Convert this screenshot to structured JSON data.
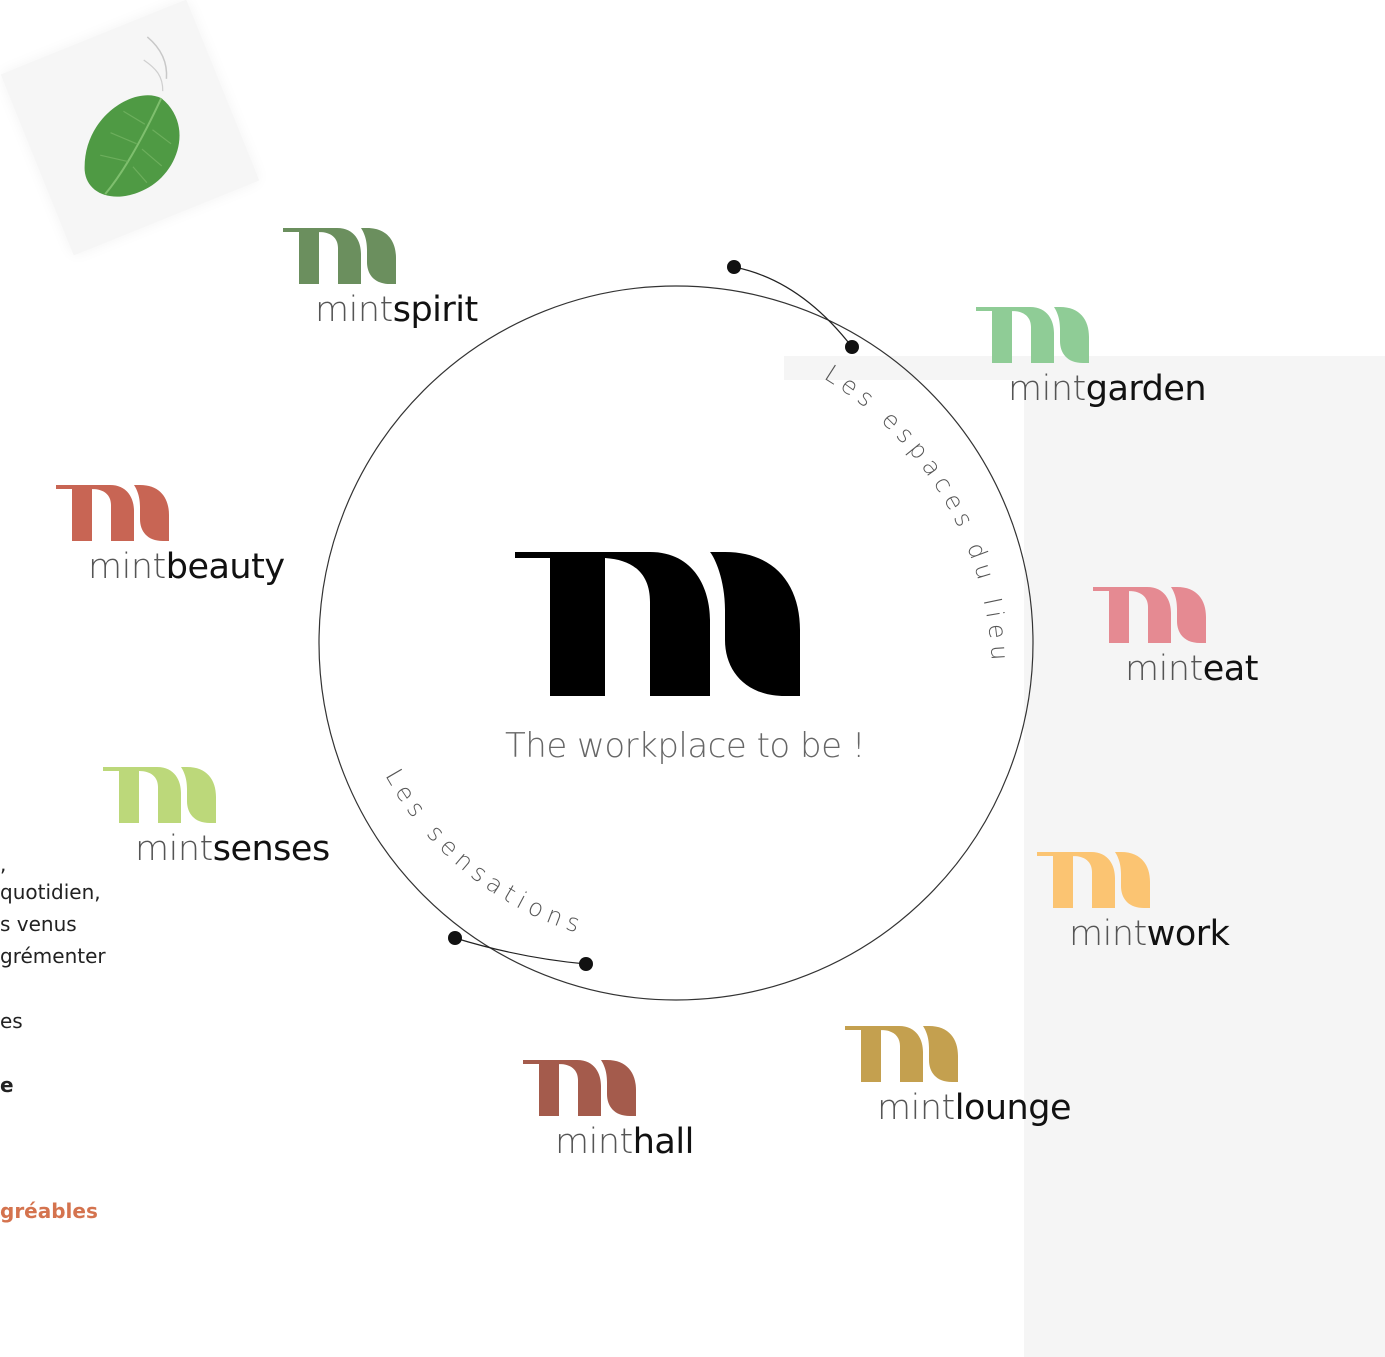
{
  "center": {
    "tagline": "The workplace to be !"
  },
  "arc_labels": {
    "espaces": "Les espaces du lieu",
    "sensations": "Les sensations"
  },
  "brands": [
    {
      "id": "spirit",
      "prefix": "mint",
      "suffix": "spirit",
      "color": "#6b8f5e"
    },
    {
      "id": "garden",
      "prefix": "mint",
      "suffix": "garden",
      "color": "#8fcc96"
    },
    {
      "id": "beauty",
      "prefix": "mint",
      "suffix": "beauty",
      "color": "#c86554"
    },
    {
      "id": "eat",
      "prefix": "mint",
      "suffix": "eat",
      "color": "#e58a92"
    },
    {
      "id": "senses",
      "prefix": "mint",
      "suffix": "senses",
      "color": "#bcd87a"
    },
    {
      "id": "work",
      "prefix": "mint",
      "suffix": "work",
      "color": "#fbc472"
    },
    {
      "id": "lounge",
      "prefix": "mint",
      "suffix": "lounge",
      "color": "#c4a04f"
    },
    {
      "id": "hall",
      "prefix": "mint",
      "suffix": "hall",
      "color": "#a45b4c"
    }
  ],
  "side_text": {
    "line1": ",",
    "line2": "quotidien,",
    "line3": "s venus",
    "line4": "grémenter",
    "line5": "es",
    "line6": "e",
    "line7": "gréables"
  },
  "colors": {
    "panel": "#f5f5f5",
    "accent_text": "#d4734e",
    "leaf": "#4f9a44"
  }
}
